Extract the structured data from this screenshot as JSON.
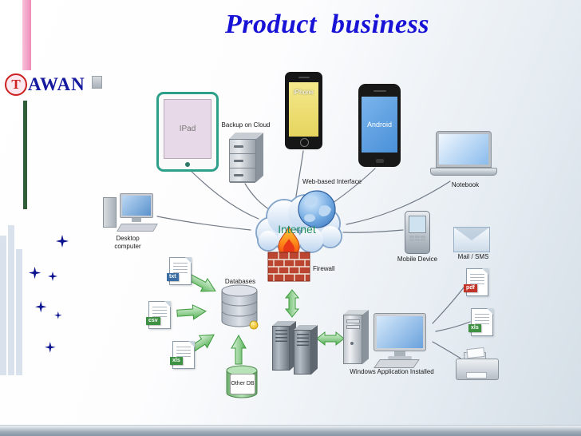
{
  "slide": {
    "title": "Product  business",
    "logo_t": "T",
    "logo_rest": "AWAN"
  },
  "labels": {
    "ipad": "IPad",
    "backup": "Backup on Cloud",
    "iphone": "iPhone",
    "android": "Android",
    "notebook": "Notebook",
    "desktop": "Desktop computer",
    "web_interface": "Web-based Interface",
    "internet": "Internet",
    "firewall": "Firewall",
    "mobile": "Mobile Device",
    "mail": "Mail / SMS",
    "databases": "Databases",
    "other_db": "Other DB",
    "windows_app": "Windows Application Installed",
    "file_txt": "txt",
    "file_csv": "csv",
    "file_xls_left": "xls",
    "file_pdf": "pdf",
    "file_xls_right": "xls"
  },
  "colors": {
    "title_blue": "#1712d6",
    "logo_red": "#cc2020",
    "logo_navy": "#151a9e",
    "internet_green": "#1f8a5e",
    "arrow_green": "#5cb85c",
    "firewall_brick": "#bb4530",
    "badge_txt": "#3a6ea5",
    "badge_csv": "#3e9142",
    "badge_pdf": "#c23428"
  }
}
